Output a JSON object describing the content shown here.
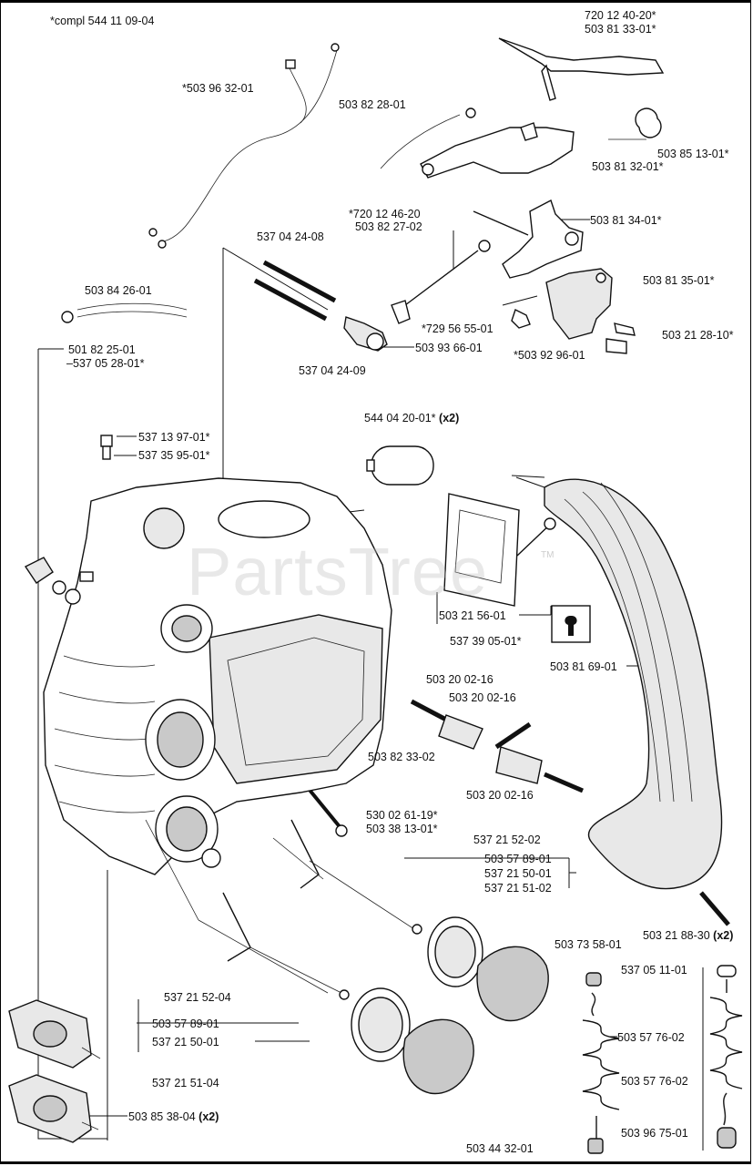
{
  "header": {
    "note": "*compl 544 11 09-04"
  },
  "watermark": {
    "text": "PartsTree",
    "mark": "TM"
  },
  "tool_icon": "wrench-icon",
  "colors": {
    "ink": "#111111",
    "paper": "#ffffff",
    "shade": "#c9c9c9",
    "watermark": "#bebebe"
  },
  "labels": {
    "p720124020": "720 12 40-20*",
    "p503813301": "503 81 33-01*",
    "p503963201": "*503 96 32-01",
    "p503822801": "503 82 28-01",
    "p503851301": "503 85 13-01*",
    "p503813201": "503 81 32-01*",
    "p720124620": "*720 12 46-20",
    "p503822702": "503 82 27-02",
    "p503813401": "503 81 34-01*",
    "p537042408": "537 04 24-08",
    "p503842601": "503 84 26-01",
    "p503813501": "503 81 35-01*",
    "p729565501": "*729 56 55-01",
    "p503212810": "503 21 28-10*",
    "p501822501": "501 82 25-01",
    "p537052801": "–537 05 28-01*",
    "p503936601": "503 93 66-01",
    "p503929601": "*503 92 96-01",
    "p537042409": "537 04 24-09",
    "p544042001": "544 04 20-01*",
    "x2": "(x2)",
    "p537139701": "537 13 97-01*",
    "p537359501": "537 35 95-01*",
    "p503215601": "503 21 56-01",
    "p537390501": "537 39 05-01*",
    "p503816901": "503 81 69-01",
    "p503200216a": "503 20 02-16",
    "p503200216b": "503 20 02-16",
    "p503823302": "503 82 33-02",
    "p503200216c": "503 20 02-16",
    "p530026119": "530 02 61-19*",
    "p503381301": "503 38 13-01*",
    "p537215202a": "537 21 52-02",
    "p503578901a": "503 57 89-01",
    "p537215001a": "537 21 50-01",
    "p537215102": "537 21 51-02",
    "p503218830": "503 21 88-30",
    "p503735801": "503 73 58-01",
    "p537051101": "537 05 11-01",
    "p537215204": "537 21 52-04",
    "p503578901b": "503 57 89-01",
    "p537215001b": "537 21 50-01",
    "p503577602a": "503 57 76-02",
    "p503577602b": "503 57 76-02",
    "p537215104": "537 21 51-04",
    "p503853804": "503 85 38-04",
    "p503443201": "503 44 32-01",
    "p503967501": "503 96 75-01"
  }
}
